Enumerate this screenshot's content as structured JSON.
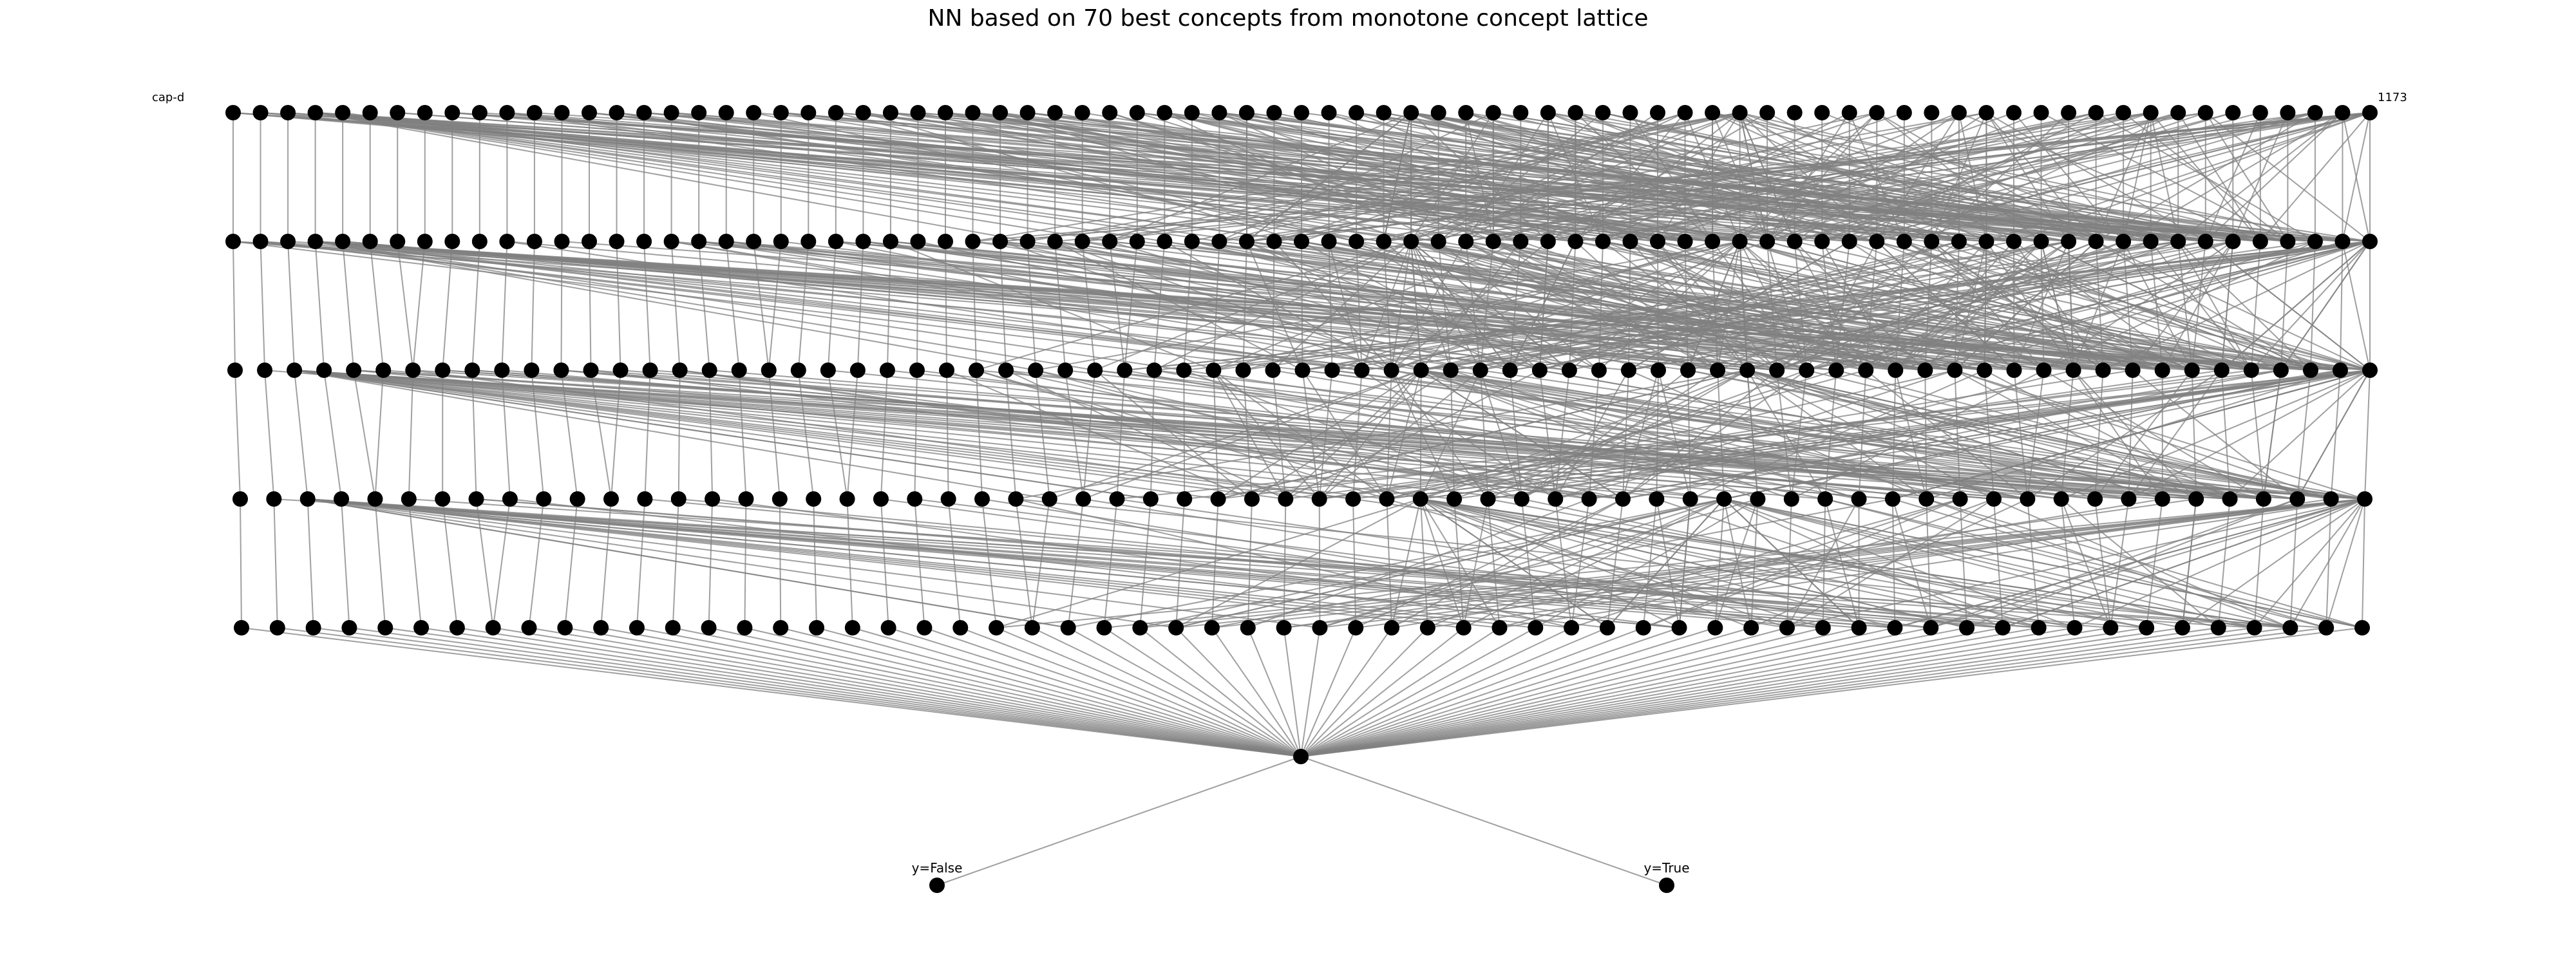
{
  "title": "NN based on 70 best concepts from monotone concept lattice",
  "colors": {
    "node": "#000000",
    "edge": "#808080",
    "background": "#ffffff"
  },
  "network": {
    "layer_sizes": [
      79,
      79,
      73,
      64,
      60,
      1,
      2
    ],
    "input_label_first": "cap-d",
    "input_label_last": "1173",
    "output_labels": [
      "y=False",
      "y=True"
    ]
  }
}
